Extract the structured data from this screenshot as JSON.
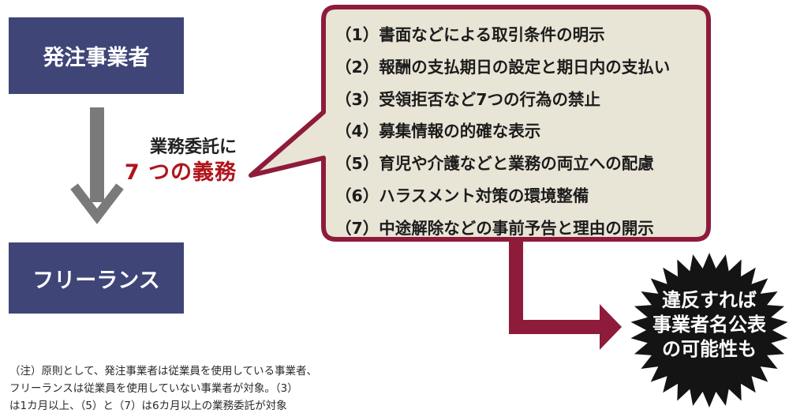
{
  "client_label": "発注事業者",
  "freelancer_label": "フリーランス",
  "duty_caption": {
    "line1": "業務委託に",
    "line2": "7 つの義務"
  },
  "duties": [
    "（1）書面などによる取引条件の明示",
    "（2）報酬の支払期日の設定と期日内の支払い",
    "（3）受領拒否など7つの行為の禁止",
    "（4）募集情報の的確な表示",
    "（5）育児や介護などと業務の両立への配慮",
    "（6）ハラスメント対策の環境整備",
    "（7）中途解除などの事前予告と理由の開示"
  ],
  "penalty": {
    "line1": "違反すれば",
    "line2": "事業者名公表",
    "line3": "の可能性も"
  },
  "footnote": {
    "line1": "（注）原則として、発注事業者は従業員を使用している事業者、",
    "line2": "フリーランスは従業員を使用していない事業者が対象。（3）",
    "line3": "は1カ月以上、（5）と（7）は6カ月以上の業務委託が対象"
  },
  "colors": {
    "navy_box": "#3f4577",
    "accent_red": "#b0151c",
    "callout_fill": "#e8e4d6",
    "callout_border": "#8e1b3a",
    "gray_arrow": "#7a7a7a",
    "burst": "#141414"
  }
}
